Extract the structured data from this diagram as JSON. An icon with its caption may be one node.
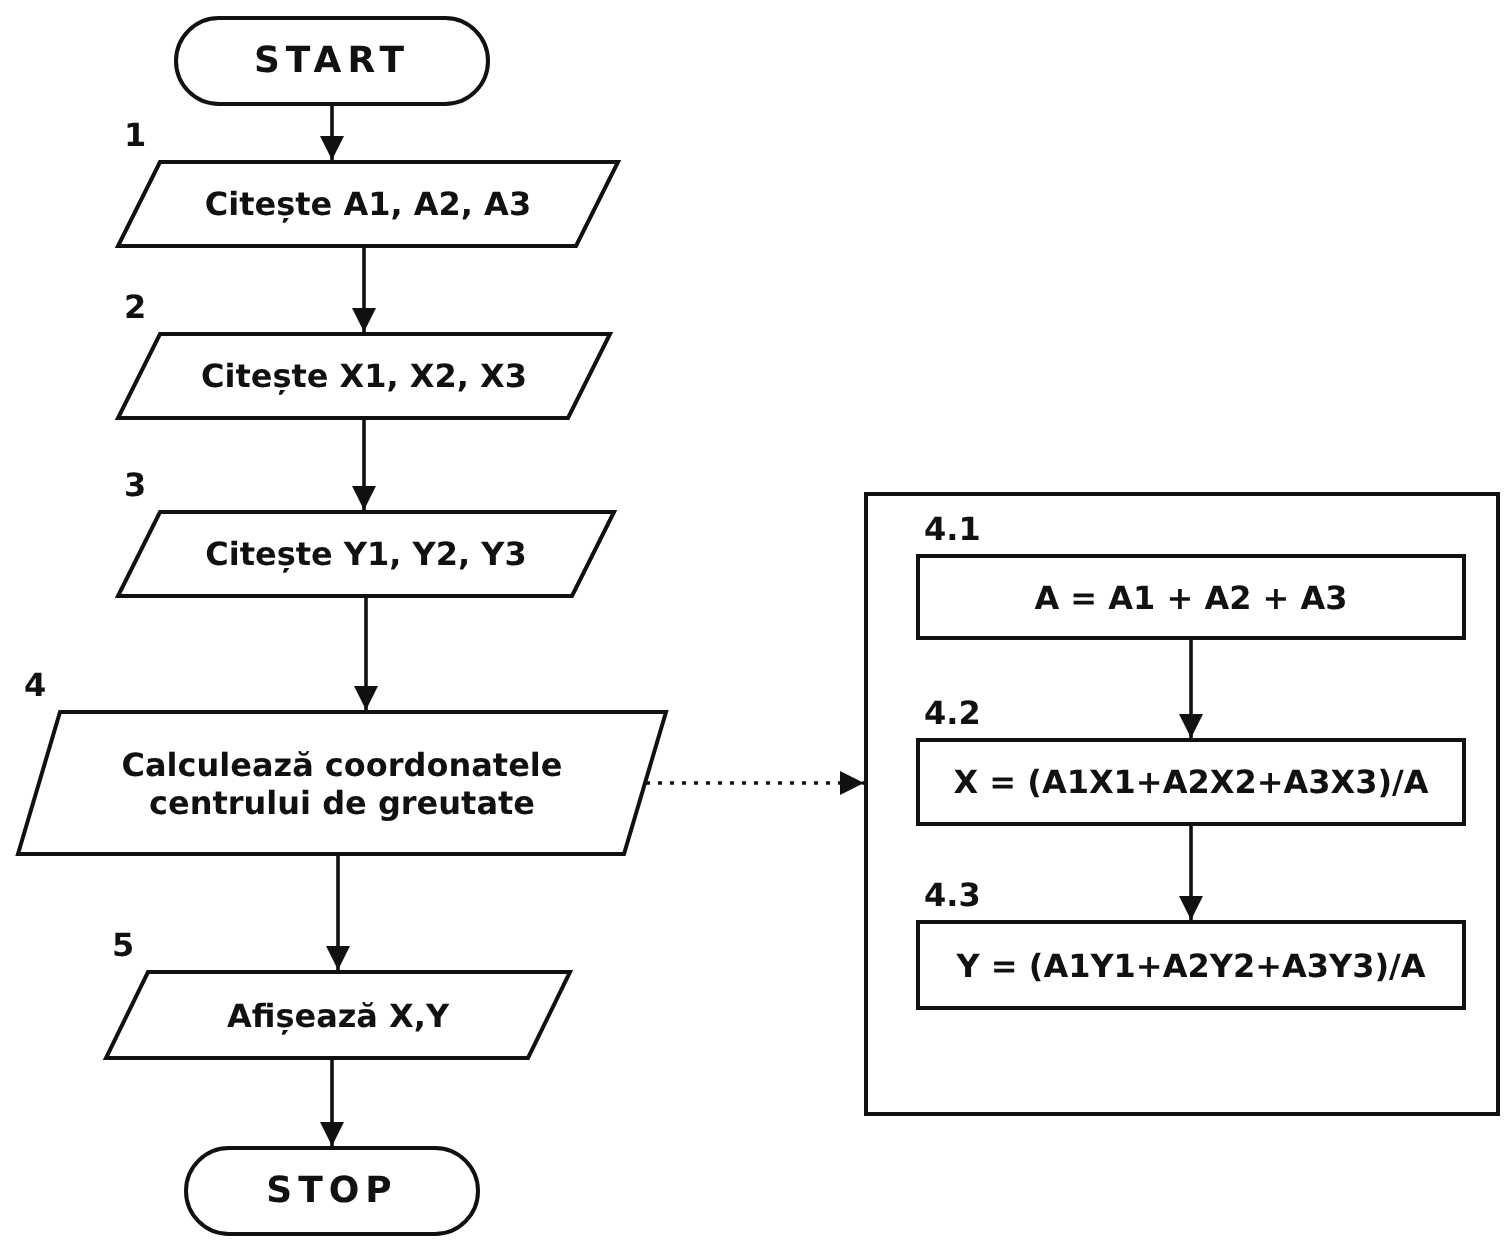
{
  "diagram": {
    "nodes": [
      {
        "text": [
          "START"
        ]
      },
      {
        "text": [
          "Citește A1, A2, A3"
        ],
        "beside": [
          "1"
        ]
      },
      {
        "text": [
          "Citește X1, X2, X3"
        ],
        "beside": [
          "2"
        ]
      },
      {
        "text": [
          "Citește Y1, Y2, Y3"
        ],
        "beside": [
          "3"
        ]
      },
      {
        "text": [
          "Calculează coordonatele centrului de greutate"
        ],
        "beside": [
          "4"
        ]
      },
      {
        "text": [
          "Afișează X,Y"
        ],
        "beside": [
          "5"
        ]
      },
      {
        "text": [
          "STOP"
        ]
      },
      {
        "text": [],
        "shape": "box"
      },
      {
        "text": [
          "A = A1 + A2 + A3"
        ],
        "beside": [
          "4.1"
        ],
        "in": 7
      },
      {
        "text": [
          "X = (A1X1+A2X2+A3X3)/A"
        ],
        "beside": [
          "4.2"
        ],
        "in": 7
      },
      {
        "text": [
          "Y = (A1Y1+A2Y2+A3Y3)/A"
        ],
        "beside": [
          "4.3"
        ],
        "in": 7
      }
    ],
    "edges": [
      {
        "from": 0,
        "to": 1,
        "arrow": "to"
      },
      {
        "from": 1,
        "to": 2,
        "arrow": "to"
      },
      {
        "from": 2,
        "to": 3,
        "arrow": "to"
      },
      {
        "from": 3,
        "to": 4,
        "arrow": "to"
      },
      {
        "from": 4,
        "to": 5,
        "arrow": "to"
      },
      {
        "from": 5,
        "to": 6,
        "arrow": "to"
      },
      {
        "from": 4,
        "to": 7,
        "arrow": "to",
        "style": "dashed"
      },
      {
        "from": 8,
        "to": 9,
        "arrow": "to"
      },
      {
        "from": 9,
        "to": 10,
        "arrow": "to"
      }
    ]
  }
}
